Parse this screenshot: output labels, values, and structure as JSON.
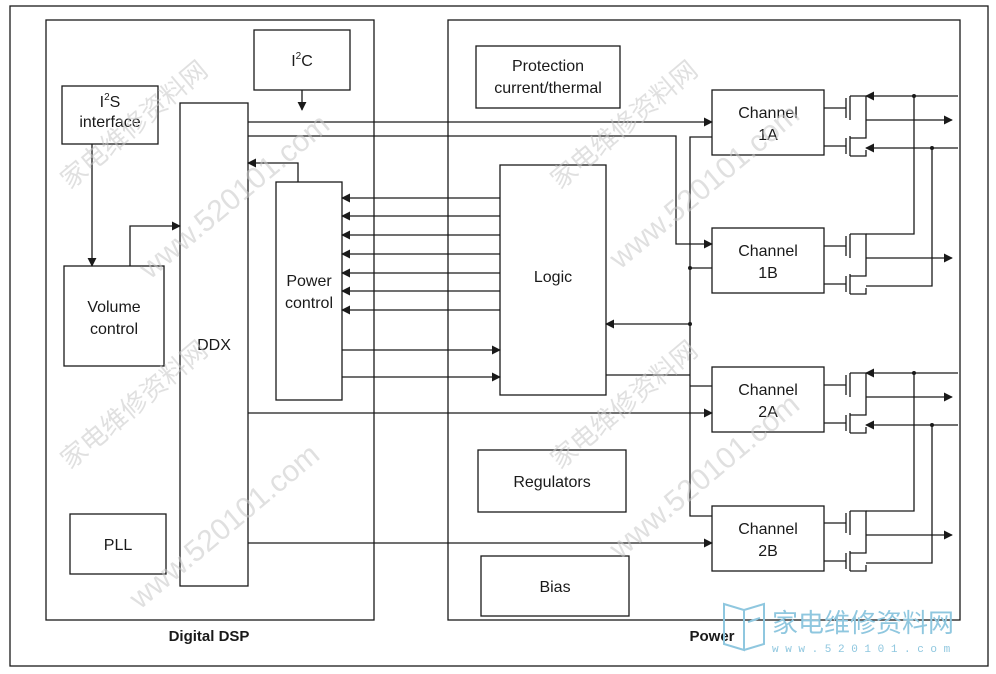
{
  "diagram": {
    "sections": {
      "digital": "Digital DSP",
      "power": "Power"
    },
    "blocks": {
      "i2c": {
        "base": "I",
        "sup": "2",
        "rest": "C"
      },
      "i2s": {
        "line1_base": "I",
        "line1_sup": "2",
        "line1_rest": "S",
        "line2": "interface"
      },
      "volume": {
        "line1": "Volume",
        "line2": "control"
      },
      "ddx": "DDX",
      "power_control": {
        "line1": "Power",
        "line2": "control"
      },
      "pll": "PLL",
      "protection": {
        "line1": "Protection",
        "line2": "current/thermal"
      },
      "logic": "Logic",
      "regulators": "Regulators",
      "bias": "Bias",
      "channels": [
        {
          "line1": "Channel",
          "line2": "1A"
        },
        {
          "line1": "Channel",
          "line2": "1B"
        },
        {
          "line1": "Channel",
          "line2": "2A"
        },
        {
          "line1": "Channel",
          "line2": "2B"
        }
      ]
    }
  },
  "watermark": {
    "site": "www.520101.com",
    "cn": "家电维修资料网",
    "logo_cn": "家电维修资料网",
    "logo_url": "w w w . 5 2 0 1 0 1 . c o m"
  },
  "colors": {
    "line": "#1a1a1a",
    "watermark": "#c8c8c8",
    "logo": "#8fc7df"
  }
}
